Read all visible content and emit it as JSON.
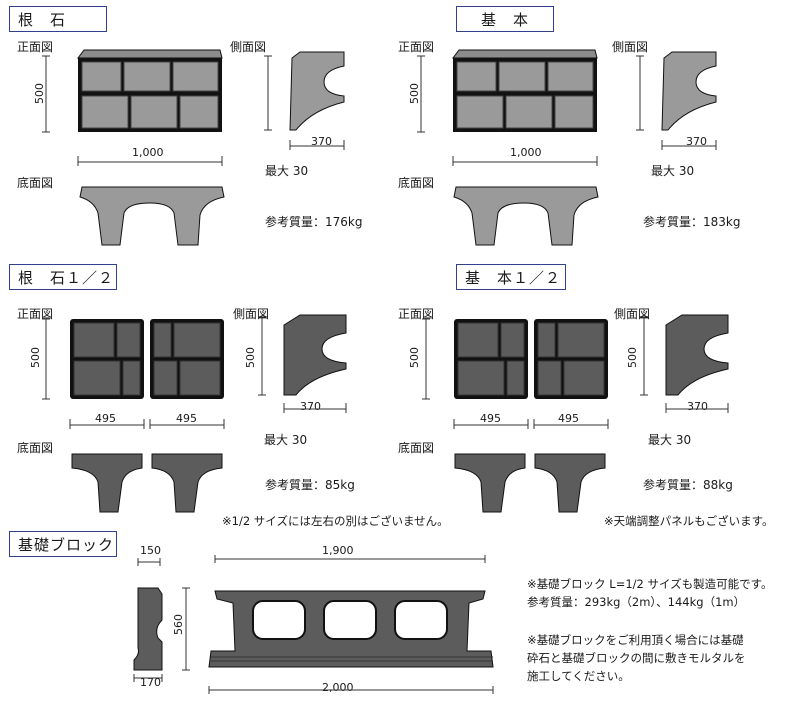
{
  "panels": {
    "neishi": {
      "title": "根　石",
      "front_label": "正面図",
      "side_label": "側面図",
      "bottom_label": "底面図",
      "height_dim": "500",
      "width_dim": "1,000",
      "depth_dim": "370",
      "max_note": "最大 30",
      "weight": "参考質量：176kg"
    },
    "kihon": {
      "title": "基　本",
      "front_label": "正面図",
      "side_label": "側面図",
      "bottom_label": "底面図",
      "height_dim": "500",
      "width_dim": "1,000",
      "depth_dim": "370",
      "max_note": "最大 30",
      "weight": "参考質量：183kg"
    },
    "neishi_half": {
      "title": "根　石１／２",
      "front_label": "正面図",
      "side_label": "側面図",
      "bottom_label": "底面図",
      "height_dim": "500",
      "width_left": "495",
      "width_right": "495",
      "depth_dim": "370",
      "max_note": "最大 30",
      "weight": "参考質量：85kg"
    },
    "kihon_half": {
      "title": "基　本１／２",
      "front_label": "正面図",
      "side_label": "側面図",
      "bottom_label": "底面図",
      "height_dim": "500",
      "width_left": "495",
      "width_right": "495",
      "depth_dim": "370",
      "max_note": "最大 30",
      "weight": "参考質量：88kg"
    }
  },
  "notes": {
    "half_note": "※1/2 サイズには左右の別はございません。",
    "panel_note": "※天端調整パネルもございます。"
  },
  "foundation": {
    "title": "基礎ブロック",
    "top_dim": "150",
    "bottom_dim": "170",
    "height_dim": "560",
    "top_length": "1,900",
    "bottom_length": "2,000",
    "note1": "※基礎ブロック L=1/2 サイズも製造可能です。",
    "weight": "参考質量：293kg（2m）、144kg（1m）",
    "note2_line1": "※基礎ブロックをご利用頂く場合には基礎",
    "note2_line2": "砕石と基礎ブロックの間に敷きモルタルを",
    "note2_line3": "施工してください。"
  },
  "colors": {
    "stone_light": "#9a9a9a",
    "stone_dark": "#5c5c5c",
    "outline": "#111111",
    "title_border": "#33418c"
  }
}
